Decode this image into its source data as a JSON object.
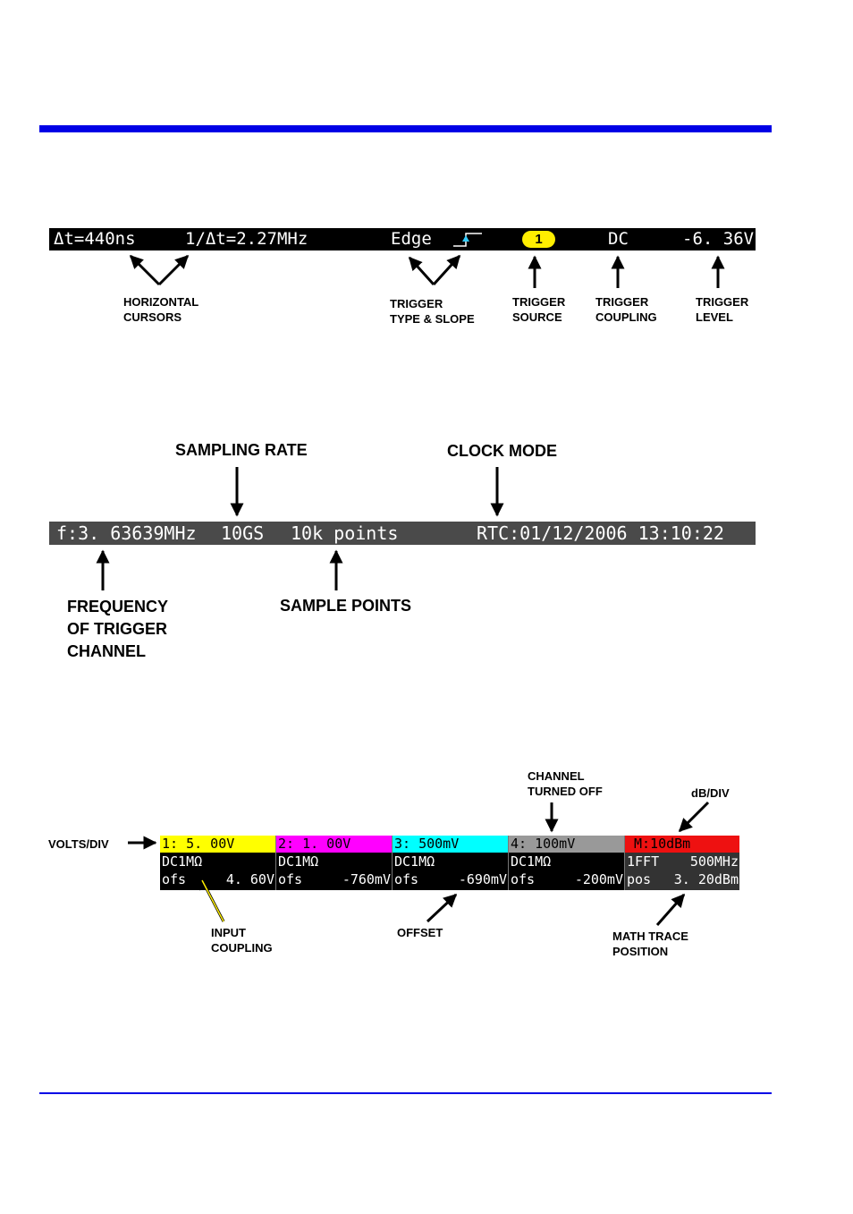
{
  "trigger_bar": {
    "delta_t": "Δt=440ns",
    "inverse_delta_t": "1/Δt=2.27MHz",
    "trigger_type": "Edge",
    "trigger_source": "1",
    "trigger_coupling": "DC",
    "trigger_level": "-6. 36V",
    "labels": {
      "horizontal_cursors": [
        "HORIZONTAL",
        "CURSORS"
      ],
      "trigger_type_slope": [
        "TRIGGER",
        "TYPE & SLOPE"
      ],
      "trigger_source": [
        "TRIGGER",
        "SOURCE"
      ],
      "trigger_coupling": [
        "TRIGGER",
        "COUPLING"
      ],
      "trigger_level": [
        "TRIGGER",
        "LEVEL"
      ]
    }
  },
  "timebase_bar": {
    "frequency": "f:3. 63639MHz",
    "sampling_rate": "10GS",
    "sample_points": "10k points",
    "clock": "RTC:01/12/2006 13:10:22",
    "labels": {
      "sampling_rate": "SAMPLING RATE",
      "clock_mode": "CLOCK MODE",
      "frequency": [
        "FREQUENCY",
        "OF TRIGGER",
        "CHANNEL"
      ],
      "sample_points": "SAMPLE POINTS"
    }
  },
  "channel_table": {
    "channels": [
      {
        "header": "1: 5. 00V",
        "coupling": "DC1MΩ",
        "ofs_label": "ofs",
        "ofs_value": "4. 60V",
        "color": "#ffff00"
      },
      {
        "header": "2: 1. 00V",
        "coupling": "DC1MΩ",
        "ofs_label": "ofs",
        "ofs_value": "-760mV",
        "color": "#ff00ff"
      },
      {
        "header": "3: 500mV",
        "coupling": "DC1MΩ",
        "ofs_label": "ofs",
        "ofs_value": "-690mV",
        "color": "#00ffff"
      },
      {
        "header": "4: 100mV",
        "coupling": "DC1MΩ",
        "ofs_label": "ofs",
        "ofs_value": "-200mV",
        "color": "#999999"
      }
    ],
    "math": {
      "header": "M:10dBm",
      "function": "1FFT",
      "span": "500MHz",
      "pos_label": "pos",
      "pos_value": "3. 20dBm",
      "color": "#ee1111"
    },
    "labels": {
      "volts_div": "VOLTS/DIV",
      "channel_off": [
        "CHANNEL",
        "TURNED OFF"
      ],
      "db_div": "dB/DIV",
      "input_coupling": [
        "INPUT",
        "COUPLING"
      ],
      "offset": "OFFSET",
      "math_trace_position": [
        "MATH TRACE",
        "POSITION"
      ]
    }
  }
}
